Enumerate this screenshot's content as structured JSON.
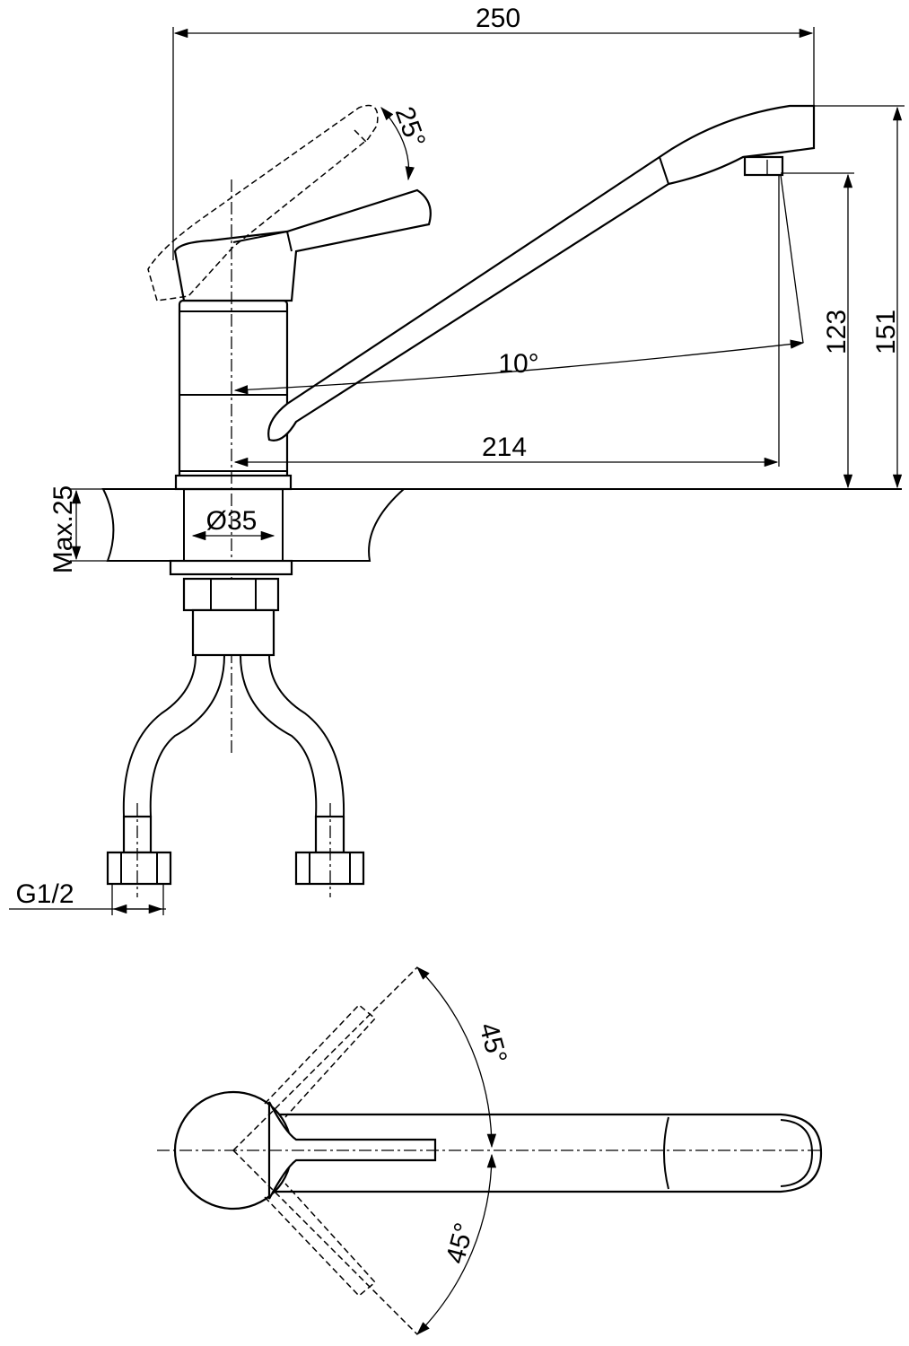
{
  "drawing": {
    "side_view": {
      "overall_length": "250",
      "lever_angle": "25°",
      "spout_swing_angle": "10°",
      "spout_reach": "214",
      "aerator_height": "123",
      "overall_height": "151",
      "max_counter_thickness": "Max.25",
      "mount_hole_diameter": "Ø35",
      "connection_thread": "G1/2"
    },
    "top_view": {
      "lever_angle_left": "45°",
      "lever_angle_right": "45°"
    }
  }
}
